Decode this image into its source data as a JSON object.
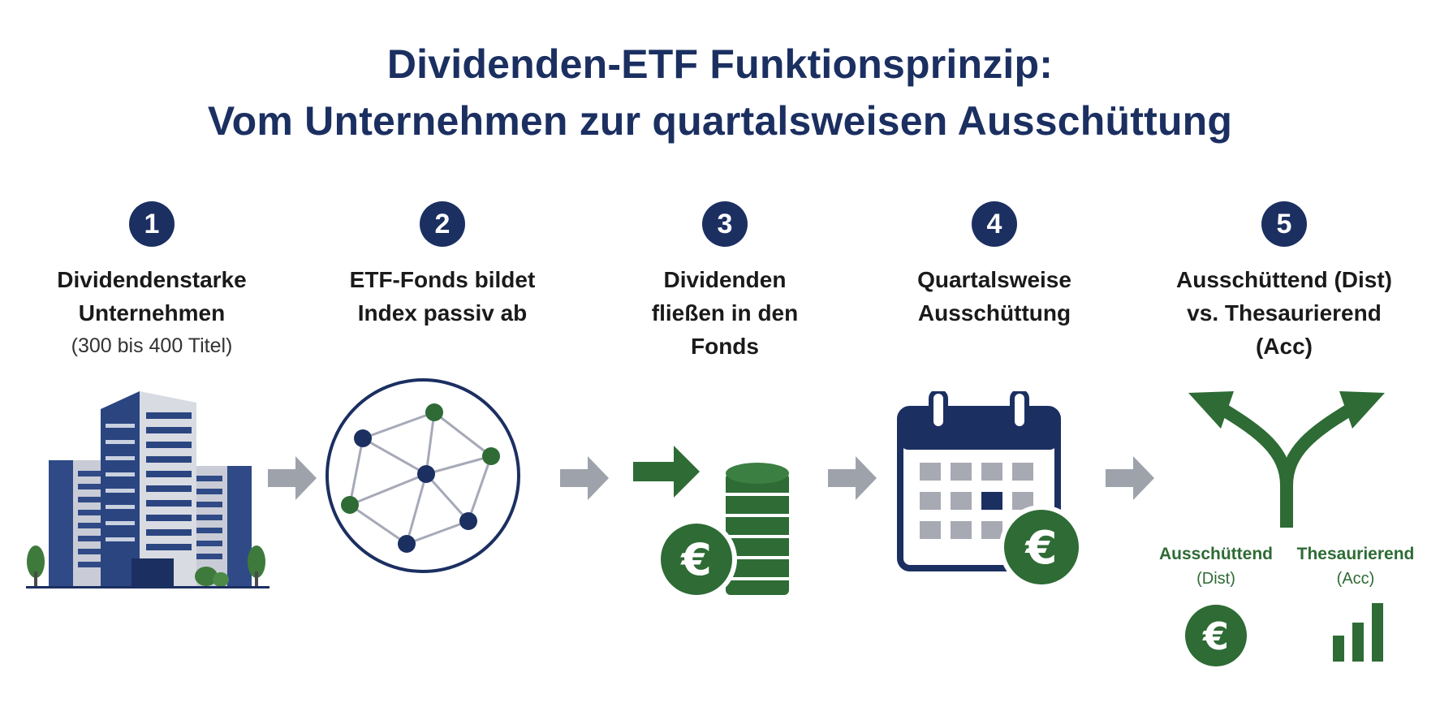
{
  "title": {
    "line1": "Dividenden-ETF Funktionsprinzip:",
    "line2": "Vom Unternehmen zur quartalsweisen Ausschüttung"
  },
  "steps": [
    {
      "number": "1",
      "lines": [
        "Dividendenstarke",
        "Unternehmen"
      ],
      "sub": "(300 bis 400 Titel)",
      "icon": "buildings-icon"
    },
    {
      "number": "2",
      "lines": [
        "ETF-Fonds bildet",
        "Index passiv ab"
      ],
      "icon": "network-circle-icon"
    },
    {
      "number": "3",
      "lines": [
        "Dividenden",
        "fließen in den",
        "Fonds"
      ],
      "icon": "euro-coins-icon"
    },
    {
      "number": "4",
      "lines": [
        "Quartalsweise",
        "Ausschüttung"
      ],
      "icon": "calendar-euro-icon"
    },
    {
      "number": "5",
      "lines": [
        "Ausschüttend (Dist)",
        "vs. Thesaurierend",
        "(Acc)"
      ],
      "icon": "fork-arrows-icon"
    }
  ],
  "options": {
    "dist": {
      "line1": "Ausschüttend",
      "line2": "(Dist)",
      "icon": "euro-coin-icon"
    },
    "acc": {
      "line1": "Thesaurierend",
      "line2": "(Acc)",
      "icon": "bar-growth-icon"
    }
  },
  "colors": {
    "navy": "#1b2f61",
    "green": "#2e6b35",
    "gray": "#9ea3ab"
  }
}
